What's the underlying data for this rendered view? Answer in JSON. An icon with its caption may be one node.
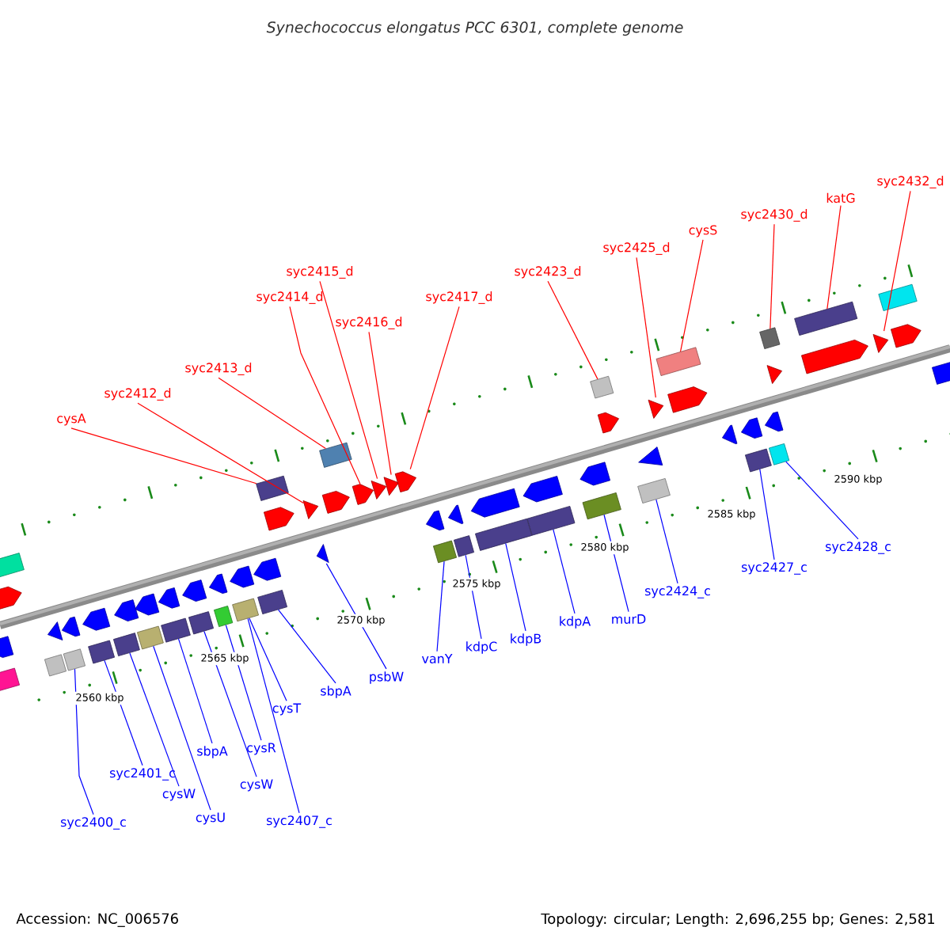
{
  "diagram": {
    "title": "Synechococcus elongatus PCC 6301, complete genome",
    "nodes": [
      {
        "text": [
          "cysA"
        ]
      },
      {
        "text": [
          "syc2412_d"
        ]
      },
      {
        "text": [
          "syc2413_d"
        ]
      },
      {
        "text": [
          "syc2414_d"
        ]
      },
      {
        "text": [
          "syc2415_d"
        ]
      },
      {
        "text": [
          "syc2416_d"
        ]
      },
      {
        "text": [
          "syc2417_d"
        ]
      },
      {
        "text": [
          "syc2423_d"
        ]
      },
      {
        "text": [
          "syc2425_d"
        ]
      },
      {
        "text": [
          "cysS"
        ]
      },
      {
        "text": [
          "syc2430_d"
        ]
      },
      {
        "text": [
          "katG"
        ]
      },
      {
        "text": [
          "syc2432_d"
        ]
      },
      {
        "text": [
          "syc2400_c"
        ]
      },
      {
        "text": [
          "syc2401_c"
        ]
      },
      {
        "text": [
          "cysW"
        ]
      },
      {
        "text": [
          "cysU"
        ]
      },
      {
        "text": [
          "sbpA"
        ]
      },
      {
        "text": [
          "cysW"
        ]
      },
      {
        "text": [
          "cysR"
        ]
      },
      {
        "text": [
          "syc2407_c"
        ]
      },
      {
        "text": [
          "cysT"
        ]
      },
      {
        "text": [
          "sbpA"
        ]
      },
      {
        "text": [
          "psbW"
        ]
      },
      {
        "text": [
          "vanY"
        ]
      },
      {
        "text": [
          "kdpC"
        ]
      },
      {
        "text": [
          "kdpB"
        ]
      },
      {
        "text": [
          "kdpA"
        ]
      },
      {
        "text": [
          "murD"
        ]
      },
      {
        "text": [
          "syc2424_c"
        ]
      },
      {
        "text": [
          "syc2427_c"
        ]
      },
      {
        "text": [
          "syc2428_c"
        ]
      },
      {
        "text": [],
        "shape": "box"
      },
      {
        "text": [],
        "shape": "triangle"
      },
      {
        "text": [],
        "shape": "box"
      },
      {
        "text": [],
        "shape": "arrow"
      },
      {
        "text": [],
        "shape": "triangle"
      },
      {
        "text": [],
        "shape": "triangle"
      },
      {
        "text": [],
        "shape": "arrow"
      },
      {
        "text": [],
        "shape": "box"
      },
      {
        "text": [],
        "shape": "triangle"
      },
      {
        "text": [],
        "shape": "box"
      },
      {
        "text": [],
        "shape": "box"
      },
      {
        "text": [],
        "shape": "box"
      },
      {
        "text": [],
        "shape": "triangle"
      },
      {
        "text": [],
        "shape": "box"
      },
      {
        "text": [],
        "shape": "box"
      },
      {
        "text": [],
        "shape": "box"
      },
      {
        "text": [],
        "shape": "box"
      },
      {
        "text": [],
        "shape": "box"
      },
      {
        "text": [],
        "shape": "box"
      },
      {
        "text": [],
        "shape": "box"
      },
      {
        "text": [],
        "shape": "box"
      },
      {
        "text": [],
        "shape": "box"
      },
      {
        "text": [],
        "shape": "triangle"
      },
      {
        "text": [],
        "shape": "box"
      },
      {
        "text": [],
        "shape": "box"
      },
      {
        "text": [],
        "shape": "box"
      },
      {
        "text": [],
        "shape": "box"
      },
      {
        "text": [],
        "shape": "box"
      },
      {
        "text": [],
        "shape": "box"
      },
      {
        "text": [],
        "shape": "box"
      },
      {
        "text": [],
        "shape": "box"
      },
      {
        "text": [],
        "shape": "box"
      },
      {
        "text": [],
        "shape": "box"
      },
      {
        "text": [],
        "shape": "arrow"
      },
      {
        "text": [],
        "shape": "arrow"
      },
      {
        "text": [],
        "shape": "arrow"
      },
      {
        "text": [],
        "shape": "arrow"
      },
      {
        "text": [],
        "shape": "arrow"
      },
      {
        "text": [],
        "shape": "triangle"
      },
      {
        "text": [],
        "shape": "arrow"
      },
      {
        "text": [],
        "shape": "arrow"
      },
      {
        "text": [],
        "shape": "arrow"
      },
      {
        "text": [],
        "shape": "triangle"
      },
      {
        "text": [],
        "shape": "arrow"
      },
      {
        "text": [],
        "shape": "arrow"
      },
      {
        "text": [],
        "shape": "arrow"
      },
      {
        "text": [],
        "shape": "arrow"
      },
      {
        "text": [],
        "shape": "arrow"
      },
      {
        "text": [],
        "shape": "arrow"
      },
      {
        "text": [],
        "shape": "arrow"
      },
      {
        "text": [],
        "shape": "arrow"
      },
      {
        "text": [],
        "shape": "arrow"
      },
      {
        "text": [],
        "shape": "arrow"
      },
      {
        "text": [],
        "shape": "arrow"
      },
      {
        "text": [],
        "shape": "arrow"
      },
      {
        "text": [],
        "shape": "arrow"
      },
      {
        "text": [],
        "shape": "arrow"
      },
      {
        "text": [],
        "shape": "triangle"
      },
      {
        "text": [],
        "shape": "arrow"
      },
      {
        "text": [],
        "shape": "arrow"
      },
      {
        "text": [],
        "shape": "arrow"
      },
      {
        "text": [],
        "shape": "box"
      },
      {
        "text": [],
        "shape": "box"
      },
      {
        "text": [],
        "shape": "box"
      }
    ],
    "edges": [
      {
        "from": 0,
        "to": 32,
        "arrow": "none",
        "color": "#ff0000"
      },
      {
        "from": 1,
        "to": 33,
        "arrow": "none",
        "color": "#ff0000"
      },
      {
        "from": 2,
        "to": 34,
        "arrow": "none",
        "color": "#ff0000"
      },
      {
        "from": 3,
        "to": 35,
        "arrow": "none",
        "color": "#ff0000"
      },
      {
        "from": 4,
        "to": 36,
        "arrow": "none",
        "color": "#ff0000"
      },
      {
        "from": 5,
        "to": 37,
        "arrow": "none",
        "color": "#ff0000"
      },
      {
        "from": 6,
        "to": 38,
        "arrow": "none",
        "color": "#ff0000"
      },
      {
        "from": 7,
        "to": 39,
        "arrow": "none",
        "color": "#ff0000"
      },
      {
        "from": 8,
        "to": 40,
        "arrow": "none",
        "color": "#ff0000"
      },
      {
        "from": 9,
        "to": 41,
        "arrow": "none",
        "color": "#ff0000"
      },
      {
        "from": 10,
        "to": 42,
        "arrow": "none",
        "color": "#ff0000"
      },
      {
        "from": 11,
        "to": 43,
        "arrow": "none",
        "color": "#ff0000"
      },
      {
        "from": 12,
        "to": 44,
        "arrow": "none",
        "color": "#ff0000"
      },
      {
        "from": 13,
        "to": 45,
        "arrow": "none"
      },
      {
        "from": 14,
        "to": 46,
        "arrow": "none"
      },
      {
        "from": 15,
        "to": 47,
        "arrow": "none"
      },
      {
        "from": 16,
        "to": 48,
        "arrow": "none"
      },
      {
        "from": 17,
        "to": 49,
        "arrow": "none"
      },
      {
        "from": 18,
        "to": 50,
        "arrow": "none"
      },
      {
        "from": 19,
        "to": 51,
        "arrow": "none"
      },
      {
        "from": 20,
        "to": 52,
        "arrow": "none"
      },
      {
        "from": 21,
        "to": 52,
        "arrow": "none"
      },
      {
        "from": 22,
        "to": 53,
        "arrow": "none"
      },
      {
        "from": 23,
        "to": 54,
        "arrow": "none"
      },
      {
        "from": 24,
        "to": 55,
        "arrow": "none"
      },
      {
        "from": 25,
        "to": 56,
        "arrow": "none"
      },
      {
        "from": 26,
        "to": 57,
        "arrow": "none"
      },
      {
        "from": 27,
        "to": 58,
        "arrow": "none"
      },
      {
        "from": 28,
        "to": 59,
        "arrow": "none"
      },
      {
        "from": 29,
        "to": 60,
        "arrow": "none"
      },
      {
        "from": 30,
        "to": 61,
        "arrow": "none"
      },
      {
        "from": 31,
        "to": 62,
        "arrow": "none"
      }
    ],
    "labels": [
      "2560 kbp",
      "2565 kbp",
      "2570 kbp",
      "2575 kbp",
      "2580 kbp",
      "2585 kbp",
      "2590 kbp",
      "Accession: NC_006576",
      "Topology: circular; Length: 2,696,255 bp; Genes: 2,581"
    ]
  }
}
